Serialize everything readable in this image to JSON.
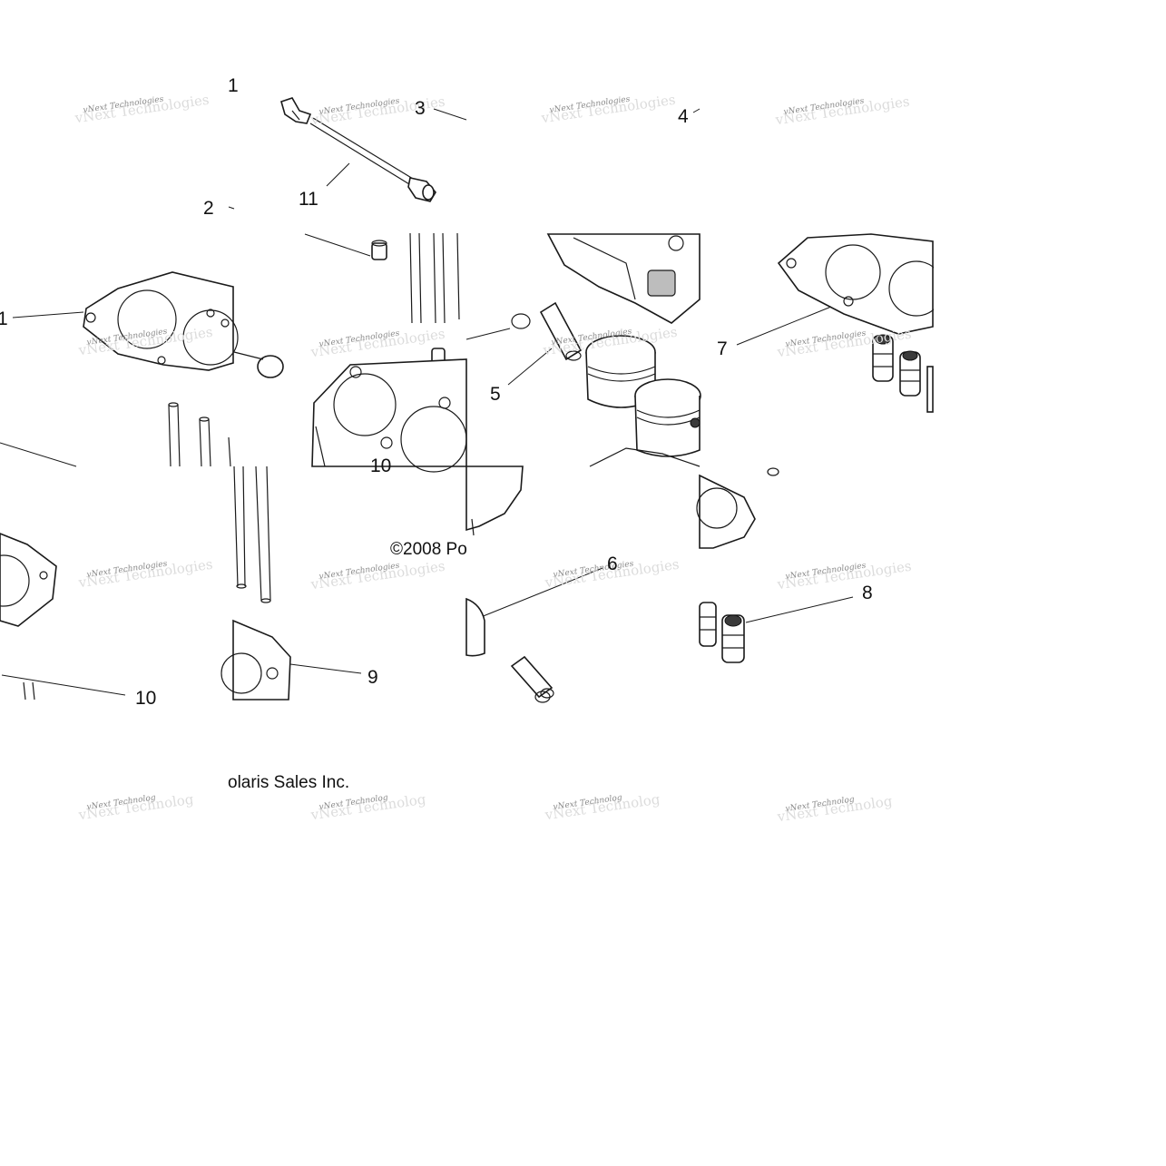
{
  "callouts": {
    "c1_top": "1",
    "c1_left": "1",
    "c2": "2",
    "c3": "3",
    "c4": "4",
    "c5": "5",
    "c6": "6",
    "c7": "7",
    "c8": "8",
    "c9": "9",
    "c10": "10",
    "c10_partial": "10",
    "c11": "11"
  },
  "copyright": {
    "part_a": "©2008 Po",
    "part_b": "olaris Sales Inc."
  },
  "watermark": {
    "text": "vNext Technologies",
    "text_clipped": "vNext Technolog"
  }
}
